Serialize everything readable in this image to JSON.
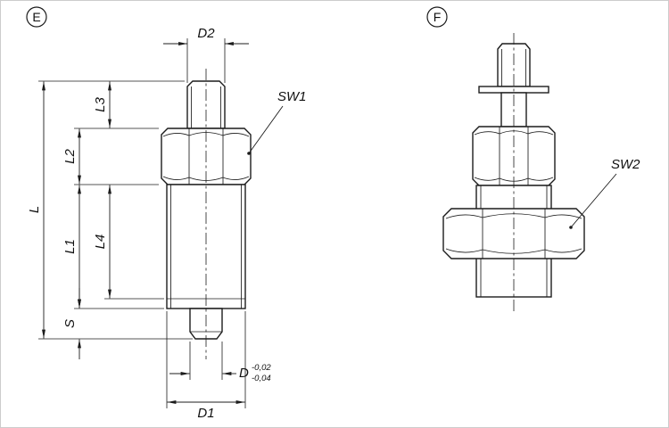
{
  "drawing": {
    "type": "technical-dimension-drawing",
    "subject": "indexing plunger, two variants",
    "colors": {
      "background": "#ffffff",
      "line": "#1c1c1c",
      "border": "#cccccc"
    }
  },
  "views": {
    "e": {
      "label": "E"
    },
    "f": {
      "label": "F"
    }
  },
  "dimensions": {
    "d2": "D2",
    "l3": "L3",
    "l2": "L2",
    "l": "L",
    "l1": "L1",
    "l4": "L4",
    "s": "S",
    "d1": "D1",
    "d": "D",
    "d_tol_upper": "-0,02",
    "d_tol_lower": "-0,04",
    "sw1": "SW1",
    "sw2": "SW2"
  }
}
